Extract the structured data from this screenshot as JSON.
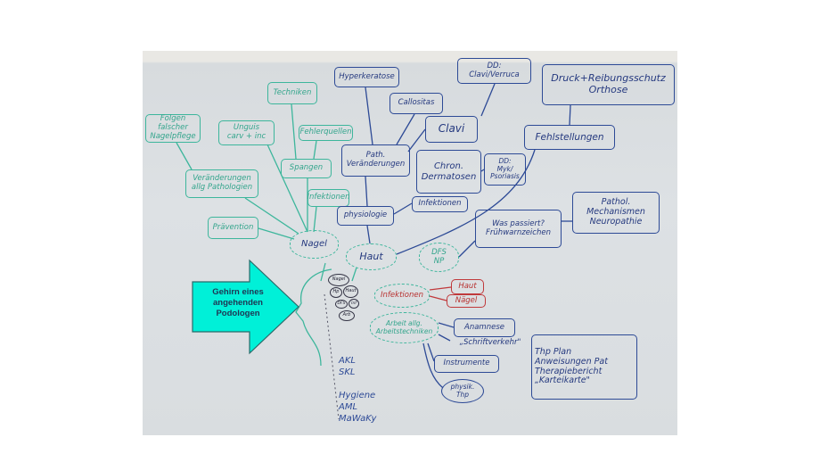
{
  "teal": {
    "folgen": "Folgen falscher\nNagelpflege",
    "unguis": "Unguis\ncarv + inc",
    "techniken": "Techniken",
    "fehlerquellen": "Fehlerquellen",
    "spangen": "Spangen",
    "veraenderungen": "Veränderungen\nallg Pathologien",
    "infektionen": "Infektionen",
    "praevention": "Prävention",
    "nagel": "Nagel",
    "dfs": "DFS\nNP",
    "arbeit": "Arbeit allg.\nArbeitstechniken"
  },
  "blue": {
    "hyperkeratose": "Hyperkeratose",
    "callositas": "Callositas",
    "dd_clavi": "DD:\nClavi/Verruca",
    "clavi": "Clavi",
    "path": "Path.\nVeränderungen",
    "chron": "Chron.\nDermatosen",
    "dd_myk": "DD:\nMyk/\nPsoriasis",
    "druck": "Druck+Reibungsschutz\nOrthose",
    "fehlstellungen": "Fehlstellungen",
    "infektionen": "Infektionen",
    "physiologie": "physiologie",
    "was": "Was passiert?\nFrühwarnzeichen",
    "pathol": "Pathol.\nMechanismen\nNeuropathie",
    "haut": "Haut",
    "anamnese": "Anamnese",
    "schrift": "„Schriftverkehr\"",
    "instrumente": "Instrumente",
    "physik": "physik.\nThp",
    "thp": "Thp Plan\nAnweisungen Pat\nTherapiebericht\n„Karteikarte\"",
    "list": "AKL\nSKL\n\nHygiene\nAML\nMaWaKy"
  },
  "red": {
    "infektionen": "Infektionen",
    "haut": "Haut",
    "naegel": "Nägel"
  },
  "brain": {
    "nagel": "Nagel",
    "hp": "Hp",
    "haut": "Haut",
    "dfs": "DFS",
    "inf": "Inf",
    "arb": "Arb"
  },
  "arrow": {
    "label": "Gehirn eines\nangehenden\nPodologen",
    "color": "#00f0d8"
  }
}
